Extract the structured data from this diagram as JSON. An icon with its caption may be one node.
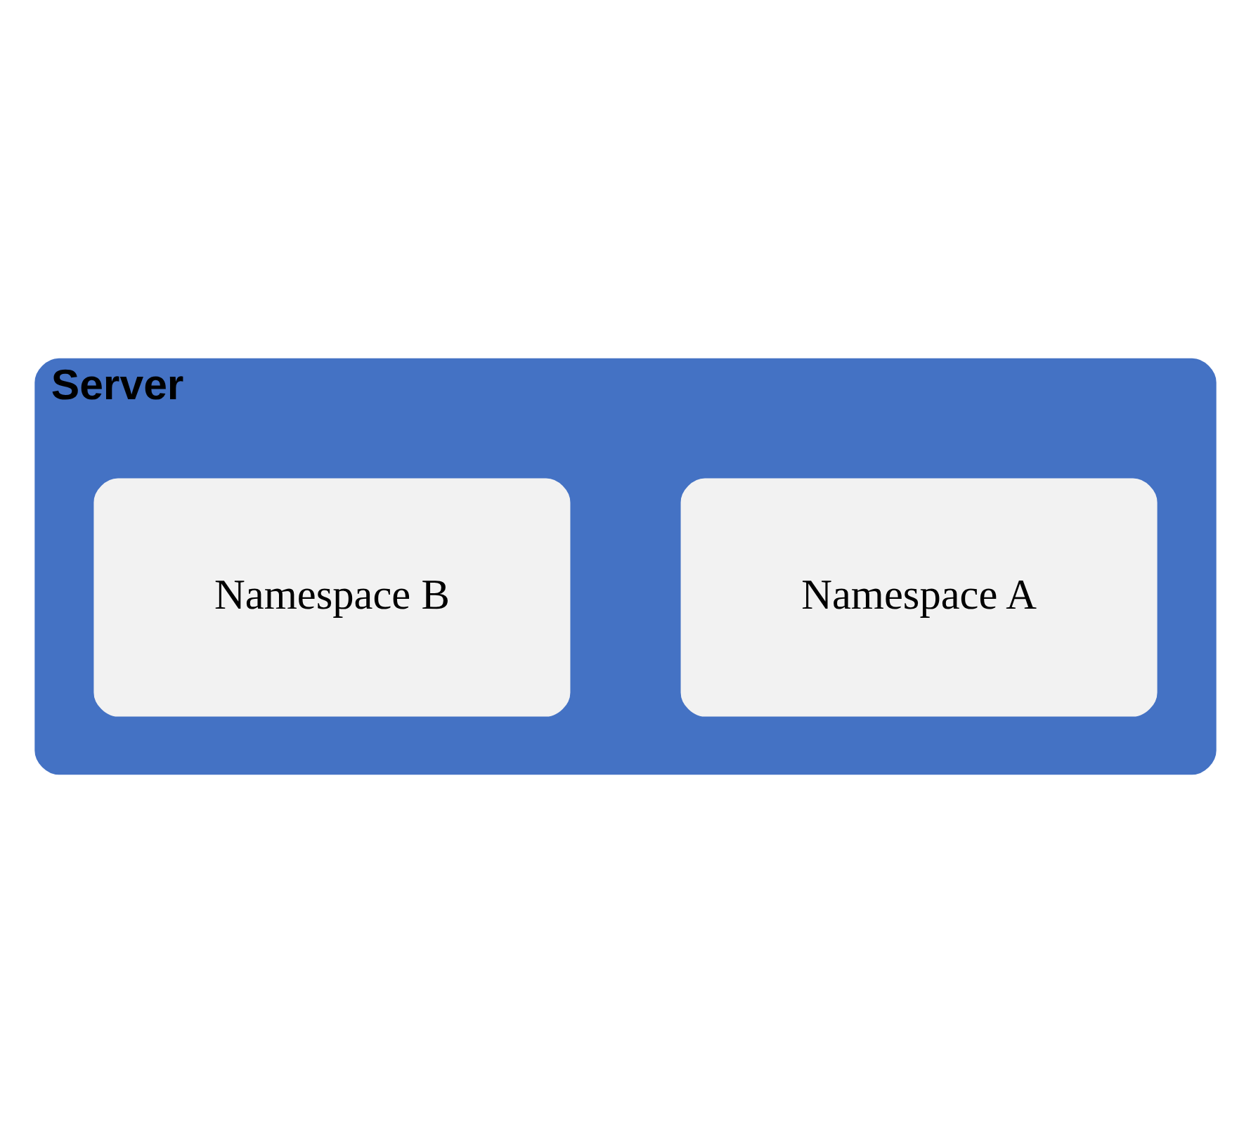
{
  "diagram": {
    "nodes": [
      {
        "text": [
          "Server"
        ]
      },
      {
        "text": [
          "Namespace A"
        ],
        "in": 0
      },
      {
        "text": [
          "Namespace B"
        ],
        "in": 0
      }
    ]
  }
}
